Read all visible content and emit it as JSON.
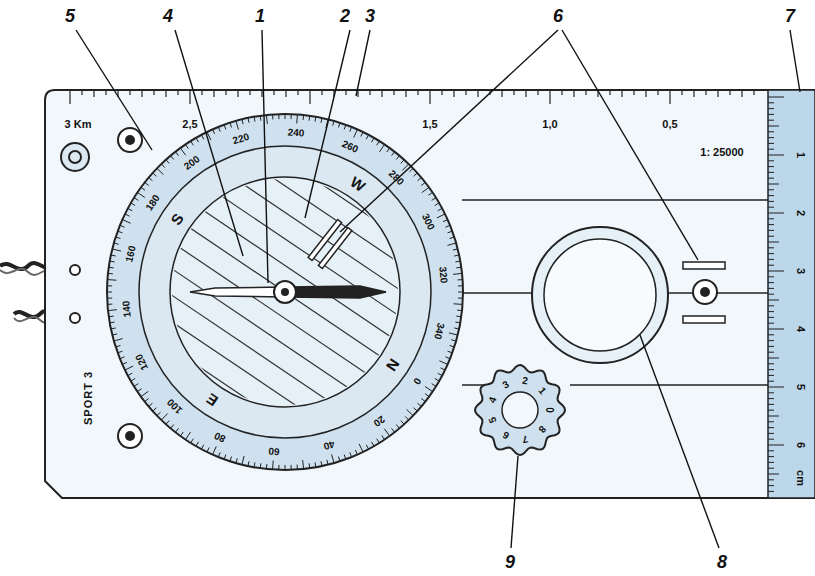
{
  "diagram": {
    "labels": [
      "5",
      "4",
      "1",
      "2",
      "3",
      "6",
      "7",
      "9",
      "8",
      "3 Km",
      "2,5",
      "1,5",
      "1,0",
      "0,5",
      "1: 25000",
      "0",
      "20",
      "40",
      "60",
      "80",
      "100",
      "120",
      "140",
      "160",
      "180",
      "200",
      "220",
      "240",
      "260",
      "280",
      "300",
      "320",
      "340",
      "N",
      "E",
      "S",
      "W",
      "0",
      "1",
      "2",
      "3",
      "4",
      "5",
      "6",
      "7",
      "8",
      "1",
      "2",
      "3",
      "4",
      "5",
      "6",
      "cm",
      "SPORT 3"
    ]
  }
}
